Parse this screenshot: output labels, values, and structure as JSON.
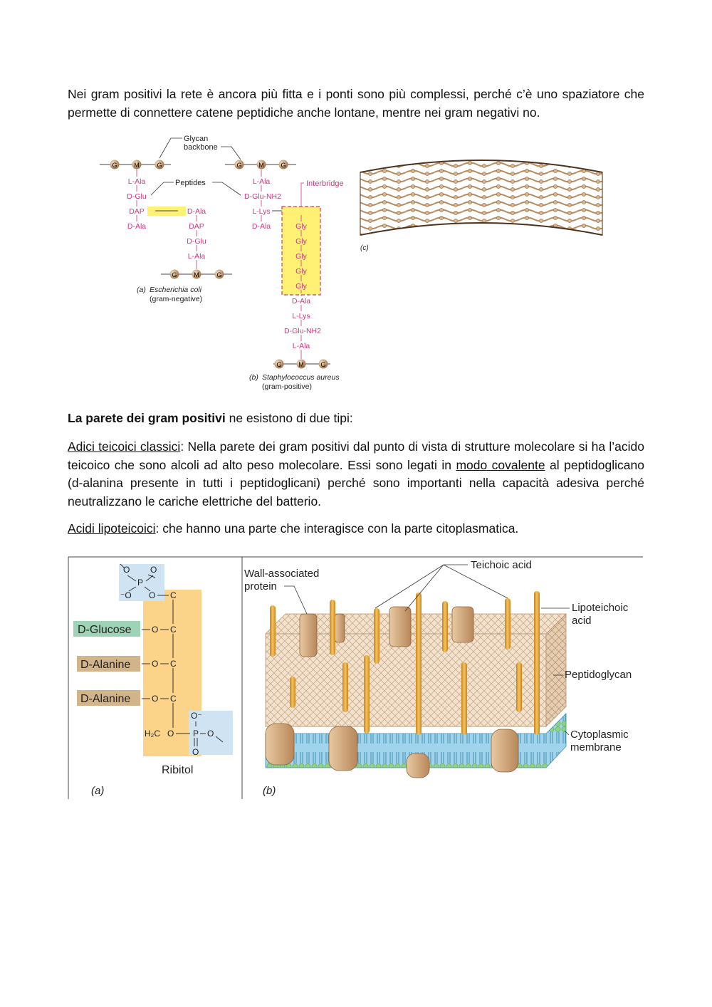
{
  "intro": {
    "text": "Nei gram positivi la rete è ancora più fitta e i ponti sono più complessi, perché c’è uno spaziatore che permette di connettere catene peptidiche anche lontane, mentre nei gram negativi no."
  },
  "fig1": {
    "glycan_l1": "Glycan",
    "glycan_l2": "backbone",
    "peptides": "Peptides",
    "interbridge": "Interbridge",
    "G": "G",
    "M": "M",
    "a_stem": [
      "L-Ala",
      "D-Glu",
      "DAP",
      "D-Ala"
    ],
    "a_cross": [
      "D-Ala",
      "DAP",
      "D-Glu",
      "L-Ala"
    ],
    "b_top": [
      "L-Ala",
      "D-Glu-NH2",
      "L-Lys",
      "D-Ala"
    ],
    "gly": [
      "Gly",
      "Gly",
      "Gly",
      "Gly",
      "Gly"
    ],
    "b_bottom": [
      "D-Ala",
      "L-Lys",
      "D-Glu-NH2",
      "L-Ala"
    ],
    "a_label": "(a)",
    "a_species": "Escherichia coli",
    "a_type": "(gram-negative)",
    "b_label": "(b)",
    "b_species": "Staphylococcus aureus",
    "b_type": "(gram-positive)",
    "c_label": "(c)"
  },
  "section": {
    "title_bold": "La parete dei gram positivi",
    "title_rest": " ne esistono di due tipi:"
  },
  "teichoic": {
    "term": "Adici teicoici classici",
    "text_a": ": Nella parete dei gram positivi dal punto di vista di strutture molecolare si ha l’acido teicoico che sono alcoli ad alto peso molecolare. Essi sono legati in ",
    "term2": "modo covalente",
    "text_b": " al peptidoglicano (d-alanina presente in tutti i peptidoglicani) perché sono importanti nella capacità adesiva perché neutralizzano le cariche elettriche del batterio."
  },
  "lipo": {
    "term": "Acidi lipoteicoici",
    "text": ": che hanno una parte che interagisce con la parte citoplasmatica."
  },
  "fig2": {
    "glucose": "D-Glucose",
    "alanine1": "D-Alanine",
    "alanine2": "D-Alanine",
    "ribitol": "Ribitol",
    "a_label": "(a)",
    "b_label": "(b)",
    "wall_l1": "Wall-associated",
    "wall_l2": "protein",
    "teichoic": "Teichoic acid",
    "lipo_l1": "Lipoteichoic",
    "lipo_l2": "acid",
    "peptido": "Peptidoglycan",
    "membrane_l1": "Cytoplasmic",
    "membrane_l2": "membrane"
  },
  "colors": {
    "magenta": "#d0357f",
    "highlight": "#fff173",
    "sugar": "#c9a37a",
    "ribitol_bg": "#fbd48a",
    "phosphate_bg": "#cfe3f3",
    "glucose_bg": "#9fd3b6",
    "alanine_bg": "#d1b48a",
    "rod": "#e6a435"
  }
}
